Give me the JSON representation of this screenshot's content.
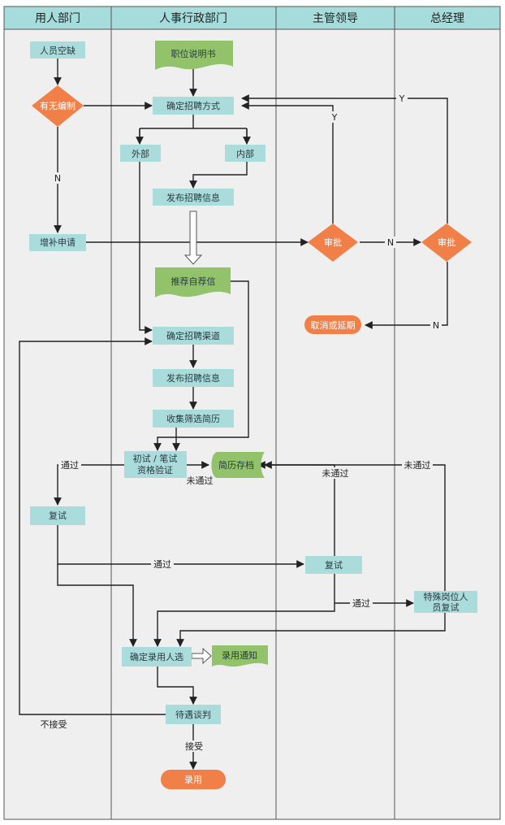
{
  "lanes": {
    "employing_dept": "用人部门",
    "hr_admin": "人事行政部门",
    "supervisor": "主管领导",
    "general_manager": "总经理"
  },
  "nodes": {
    "vacancy": "人员空缺",
    "has_quota": "有无编制",
    "supplement_request": "增补申请",
    "job_description": "职位说明书",
    "determine_method": "确定招聘方式",
    "external": "外部",
    "internal": "内部",
    "publish_info_1": "发布招聘信息",
    "self_recommendation": "推荐自荐信",
    "determine_channel": "确定招聘渠道",
    "publish_info_2": "发布招聘信息",
    "collect_resumes": "收集筛选简历",
    "initial_test_line1": "初试 / 笔试",
    "initial_test_line2": "资格验证",
    "resume_archive": "简历存档",
    "reexam_dept": "复试",
    "reexam_supervisor": "复试",
    "special_line1": "特殊岗位人",
    "special_line2": "员复试",
    "determine_hire": "确定录用人选",
    "hire_notice": "录用通知",
    "negotiation": "待遇谈判",
    "hired": "录用",
    "approve_supervisor": "审批",
    "approve_gm": "审批",
    "cancel_delay": "取消或延期"
  },
  "labels": {
    "n_quota": "N",
    "y_gm": "Y",
    "y_supervisor": "Y",
    "n_supervisor": "N",
    "n_gm": "N",
    "pass_left": "通过",
    "fail_center": "未通过",
    "fail_supervisor": "未通过",
    "fail_gm": "未通过",
    "pass_mid": "通过",
    "pass_right": "通过",
    "not_accept": "不接受",
    "accept": "接受"
  },
  "colors": {
    "lane_header": "#a6dcdc",
    "lane_bg": "#eeeeee",
    "box": "#a9dcda",
    "doc": "#92c36a",
    "diamond": "#f07f48",
    "terminal": "#f07f48",
    "line": "#222222"
  }
}
